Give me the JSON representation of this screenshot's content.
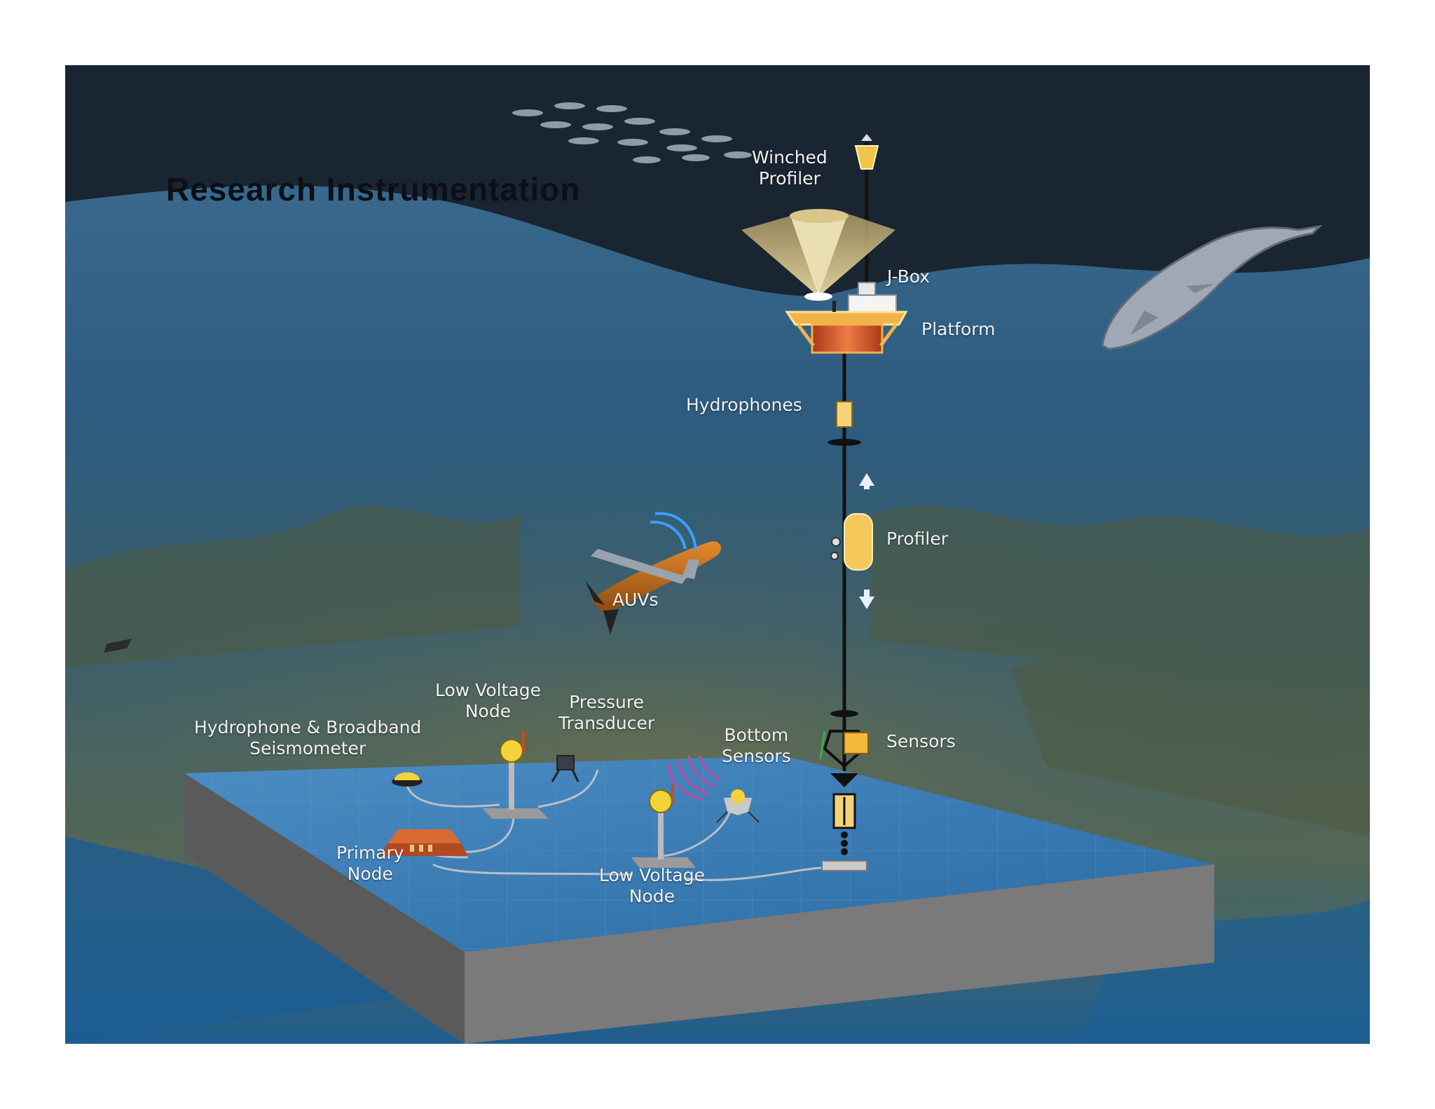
{
  "title": "Research Instrumentation",
  "labels": {
    "winched_profiler": [
      "Winched",
      "Profiler"
    ],
    "j_box": "J-Box",
    "platform": "Platform",
    "hydrophones": "Hydrophones",
    "profiler": "Profiler",
    "auvs": "AUVs",
    "sensors": "Sensors",
    "bottom_sensors": [
      "Bottom",
      "Sensors"
    ],
    "pressure_transducer": [
      "Pressure",
      "Transducer"
    ],
    "low_voltage_node_top": [
      "Low Voltage",
      "Node"
    ],
    "hydrophone_seismometer": [
      "Hydrophone & Broadband",
      "Seismometer"
    ],
    "primary_node": [
      "Primary",
      "Node"
    ],
    "low_voltage_node_bottom": [
      "Low Voltage",
      "Node"
    ]
  },
  "colors": {
    "surface_dark": "#1b2733",
    "ocean_blue": "#2c5f83",
    "seafloor_green": "#5d6a4a",
    "block_top": "#3a78b0",
    "block_side": "#6b6b6b",
    "instrument_yellow": "#f2c54a",
    "platform_orange": "#d9572a",
    "label_text": "#f2f2f2",
    "title_text": "#0b0f16"
  },
  "icons": [
    "fish-school-icon",
    "whale-icon",
    "auv-icon",
    "profiler-icon",
    "platform-icon",
    "node-icon",
    "sensor-icon"
  ]
}
